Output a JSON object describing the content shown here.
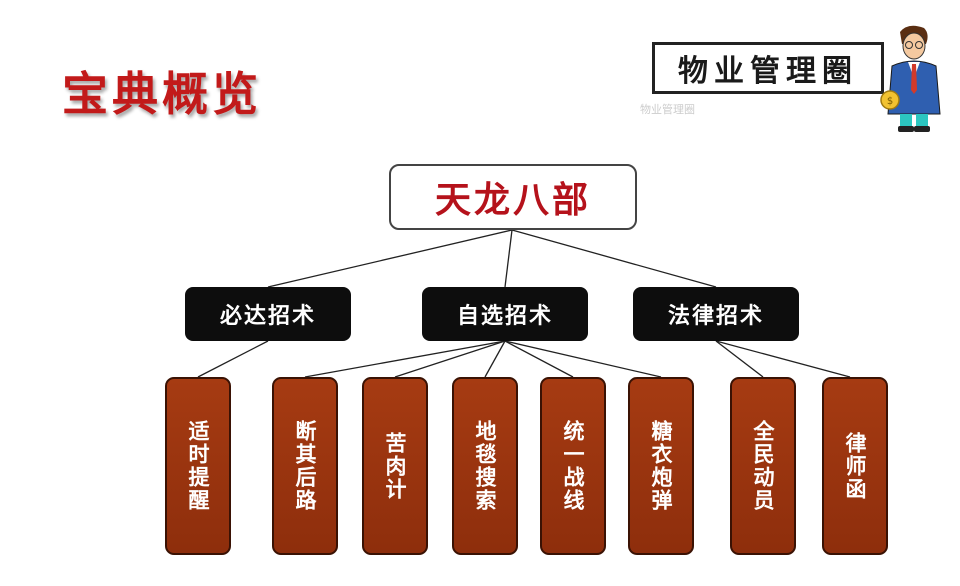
{
  "page": {
    "title": "宝典概览",
    "brand": "物业管理圈",
    "watermark": "物业管理圈"
  },
  "colors": {
    "title_red": "#c21a1a",
    "root_text_red": "#b5121b",
    "level2_bg": "#0d0d0d",
    "leaf_bg": "#9a3412",
    "line": "#222222"
  },
  "icons": {
    "mascot": "businessman-with-coin-icon"
  },
  "tree": {
    "root": "天龙八部",
    "groups": [
      {
        "label": "必达招术",
        "leaves": [
          "适时提醒"
        ]
      },
      {
        "label": "自选招术",
        "leaves": [
          "断其后路",
          "苦肉计",
          "地毯搜索",
          "统一战线",
          "糖衣炮弹"
        ]
      },
      {
        "label": "法律招术",
        "leaves": [
          "全民动员",
          "律师函"
        ]
      }
    ]
  }
}
